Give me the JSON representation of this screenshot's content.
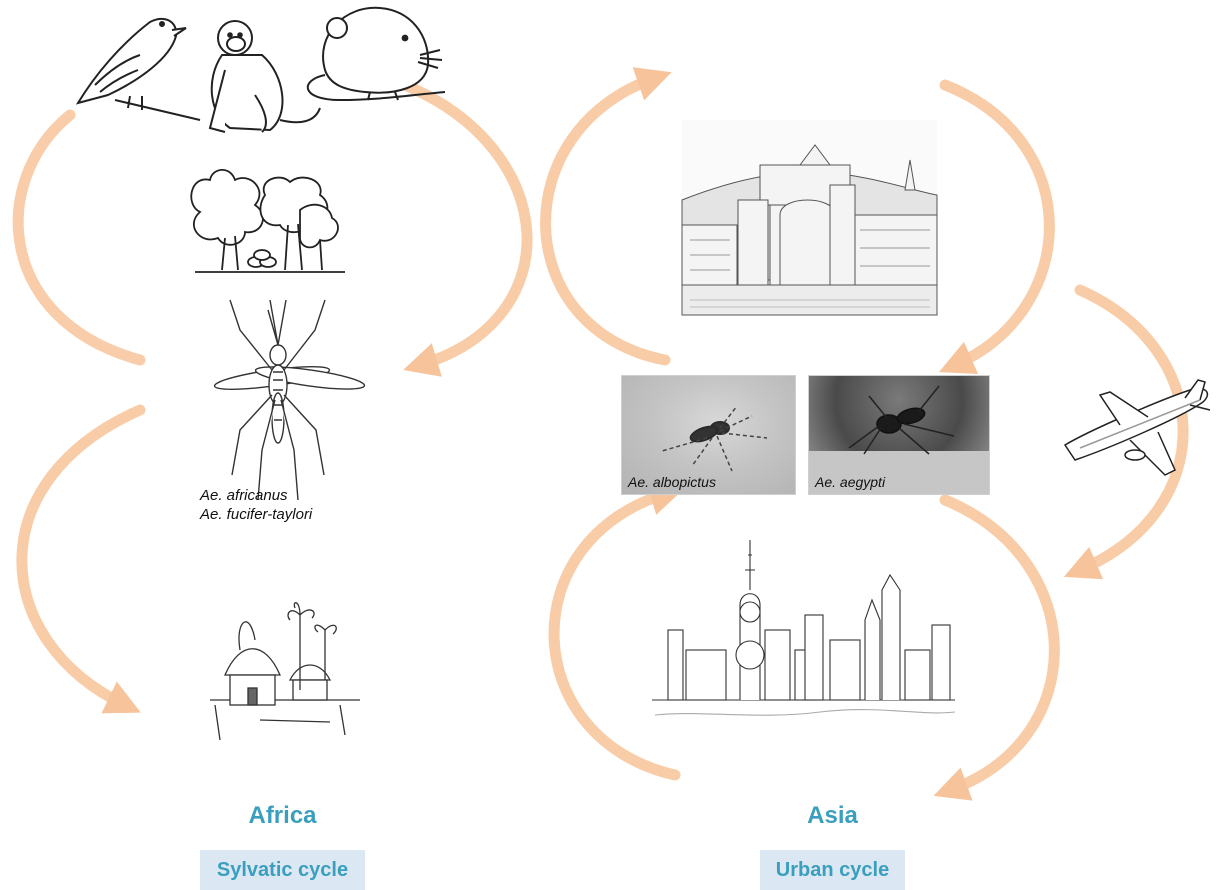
{
  "colors": {
    "arrow": "#f6b989",
    "arrow_inner": "#fbd9bd",
    "title": "#3a9fbf",
    "box_bg": "#dbe7f3"
  },
  "icons": {
    "bird": "bird-icon",
    "monkey": "monkey-icon",
    "rodent": "rodent-icon",
    "forest": "forest-icon",
    "mosquito": "mosquito-icon",
    "village": "village-icon",
    "old_city": "old-city-icon",
    "skyline": "skyline-icon",
    "airplane": "airplane-icon"
  },
  "africa": {
    "species": [
      "Ae. africanus",
      "Ae. fucifer-taylori"
    ],
    "region": "Africa",
    "cycle": "Sylvatic cycle"
  },
  "asia": {
    "species_albopictus": "Ae. albopictus",
    "species_aegypti": "Ae. aegypti",
    "region": "Asia",
    "cycle": "Urban cycle"
  }
}
